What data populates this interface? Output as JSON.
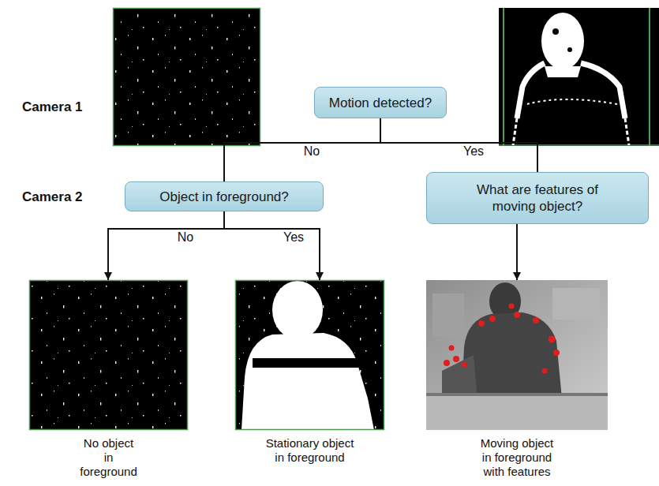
{
  "diagram": {
    "nodes": [
      {
        "text": [
          "Motion detected?"
        ]
      },
      {
        "text": [
          "Object in foreground?"
        ]
      },
      {
        "text": [
          "What are features of moving object?"
        ]
      },
      {
        "text": [
          "No object in foreground"
        ]
      },
      {
        "text": [
          "Stationary object in foreground"
        ]
      },
      {
        "text": [
          "Moving object in foreground with features"
        ]
      }
    ],
    "edges": [
      {
        "from": 0,
        "to": 1,
        "label": "No",
        "arrow": "none"
      },
      {
        "from": 0,
        "to": 2,
        "label": "Yes",
        "arrow": "none"
      },
      {
        "from": 1,
        "to": 3,
        "label": "No",
        "arrow": "to"
      },
      {
        "from": 1,
        "to": 4,
        "label": "Yes",
        "arrow": "to"
      },
      {
        "from": 2,
        "to": 5,
        "arrow": "to"
      }
    ],
    "labels": [
      "Camera 1",
      "Camera 2"
    ]
  }
}
